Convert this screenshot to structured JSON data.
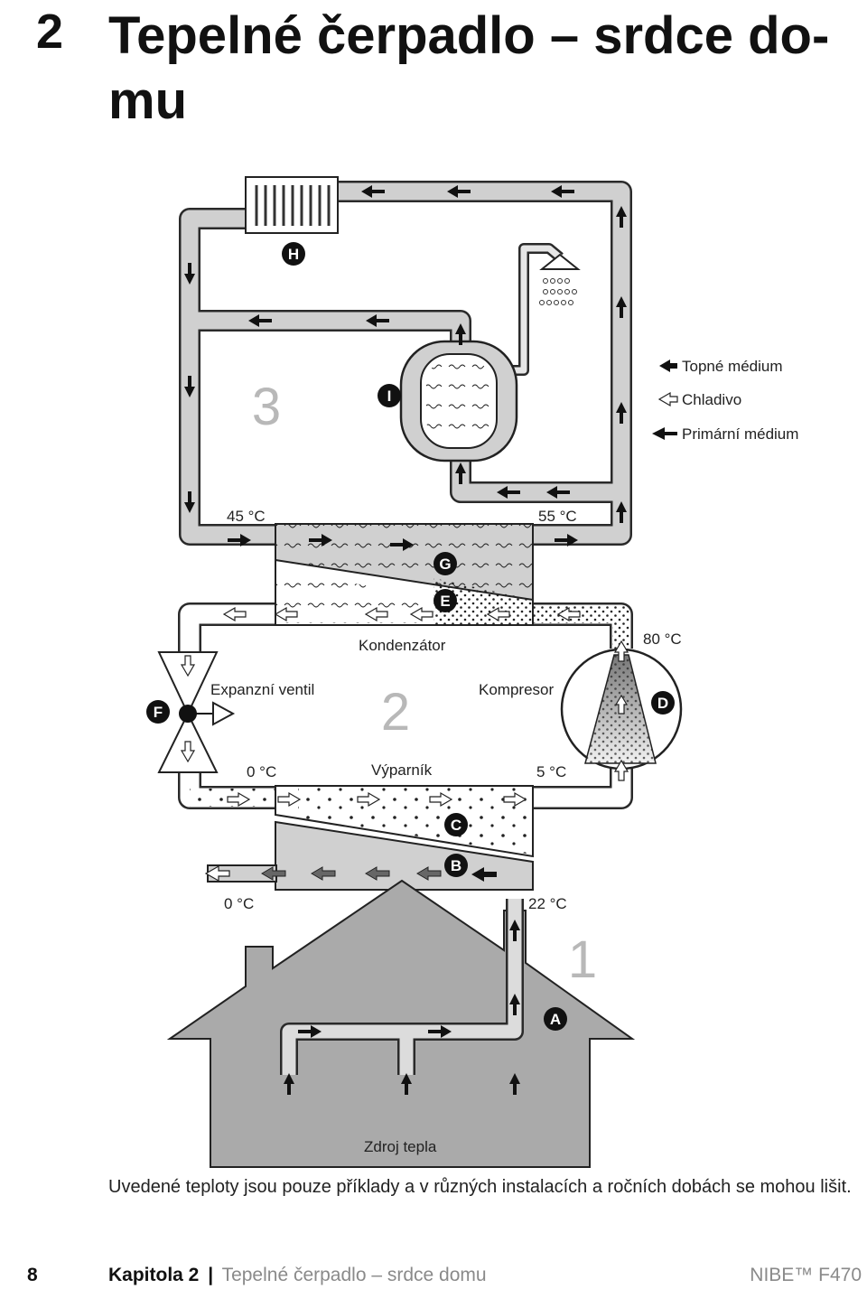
{
  "header": {
    "chapter_number": "2",
    "title": "Tepelné čerpadlo – srdce do-mu"
  },
  "diagram": {
    "legend": {
      "heating_medium": "Topné médium",
      "refrigerant": "Chladivo",
      "primary_medium": "Primární médium"
    },
    "labels": {
      "condenser": "Kondenzátor",
      "expansion_valve": "Expanzní ventil",
      "compressor": "Kompresor",
      "evaporator": "Výparník",
      "heat_source": "Zdroj tepla"
    },
    "temperatures": {
      "return_heating": "45 °C",
      "flow_heating": "55 °C",
      "hot_gas": "80 °C",
      "after_valve": "0 °C",
      "suction": "5 °C",
      "brine_out": "0 °C",
      "brine_in": "22 °C"
    },
    "circuit_numbers": {
      "one": "1",
      "two": "2",
      "three": "3"
    },
    "markers": {
      "a": "A",
      "b": "B",
      "c": "C",
      "d": "D",
      "e": "E",
      "f": "F",
      "g": "G",
      "h": "H",
      "i": "I"
    }
  },
  "caption": "Uvedené teploty jsou pouze příklady a v různých instalacích a ročních dobách se mohou lišit.",
  "footer": {
    "page_number": "8",
    "chapter": "Kapitola 2",
    "separator": "|",
    "chapter_title": "Tepelné čerpadlo – srdce domu",
    "brand": "NIBE™ F470"
  },
  "colors": {
    "pipe_fill": "#d0d0d0",
    "pipe_stroke": "#2a2a2a",
    "house": "#aaaaaa",
    "text_gray": "#8a8a8a"
  }
}
